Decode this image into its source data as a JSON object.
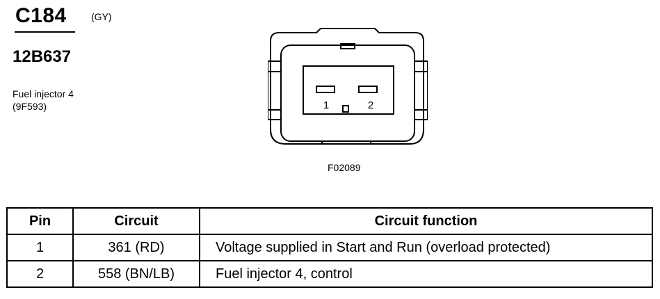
{
  "connector": {
    "id": "C184",
    "color": "(GY)",
    "part_number": "12B637",
    "component_name": "Fuel injector 4",
    "component_code": "(9F593)"
  },
  "diagram": {
    "pin_labels": [
      "1",
      "2"
    ],
    "figure_id": "F02089"
  },
  "table": {
    "headers": [
      "Pin",
      "Circuit",
      "Circuit function"
    ],
    "rows": [
      {
        "pin": "1",
        "circuit": "361 (RD)",
        "function": "Voltage supplied in Start and Run (overload protected)"
      },
      {
        "pin": "2",
        "circuit": "558 (BN/LB)",
        "function": "Fuel injector 4, control"
      }
    ]
  }
}
